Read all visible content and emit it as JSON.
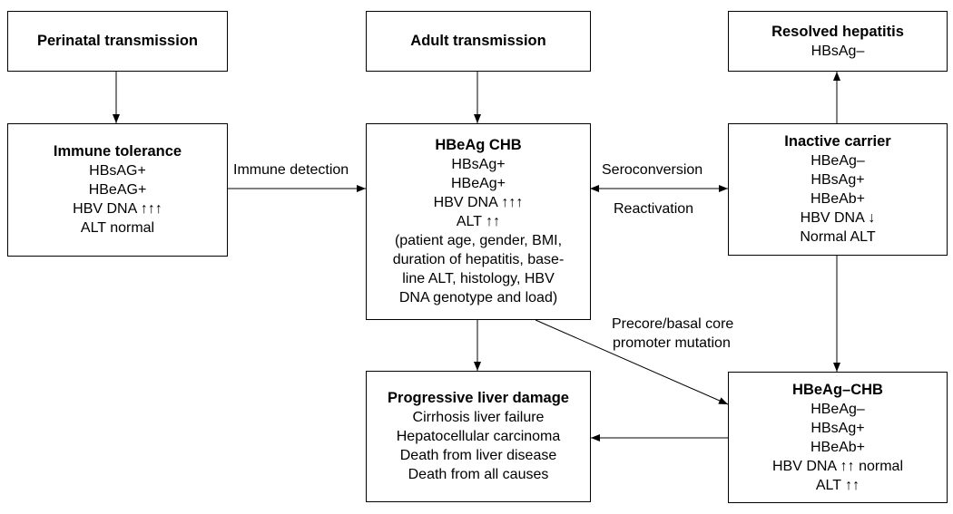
{
  "boxes": {
    "perinatal": {
      "title": "Perinatal transmission",
      "lines": []
    },
    "adult": {
      "title": "Adult transmission",
      "lines": []
    },
    "resolved": {
      "title": "Resolved hepatitis",
      "lines": [
        "HBsAg–"
      ]
    },
    "immune_tolerance": {
      "title": "Immune tolerance",
      "lines": [
        "HBsAG+",
        "HBeAG+",
        "HBV DNA ↑↑↑",
        "ALT normal"
      ]
    },
    "hbeag_chb": {
      "title": "HBeAg CHB",
      "lines": [
        "HBsAg+",
        "HBeAg+",
        "HBV DNA ↑↑↑",
        "ALT ↑↑",
        "(patient age, gender, BMI,",
        "duration of hepatitis, base-",
        "line ALT, histology, HBV",
        "DNA genotype and load)"
      ]
    },
    "inactive_carrier": {
      "title": "Inactive carrier",
      "lines": [
        "HBeAg–",
        "HBsAg+",
        "HBeAb+",
        "HBV DNA ↓",
        "Normal ALT"
      ]
    },
    "progressive": {
      "title": "Progressive liver damage",
      "lines": [
        "Cirrhosis liver failure",
        "Hepatocellular carcinoma",
        "Death from liver disease",
        "Death from all causes"
      ]
    },
    "hbeag_neg_chb": {
      "title": "HBeAg–CHB",
      "lines": [
        "HBeAg–",
        "HBsAg+",
        "HBeAb+",
        "HBV DNA ↑↑ normal",
        "ALT ↑↑"
      ]
    }
  },
  "edge_labels": {
    "immune_detection": "Immune detection",
    "seroconversion": "Seroconversion",
    "reactivation": "Reactivation",
    "mutation_line1": "Precore/basal core",
    "mutation_line2": "promoter mutation"
  }
}
